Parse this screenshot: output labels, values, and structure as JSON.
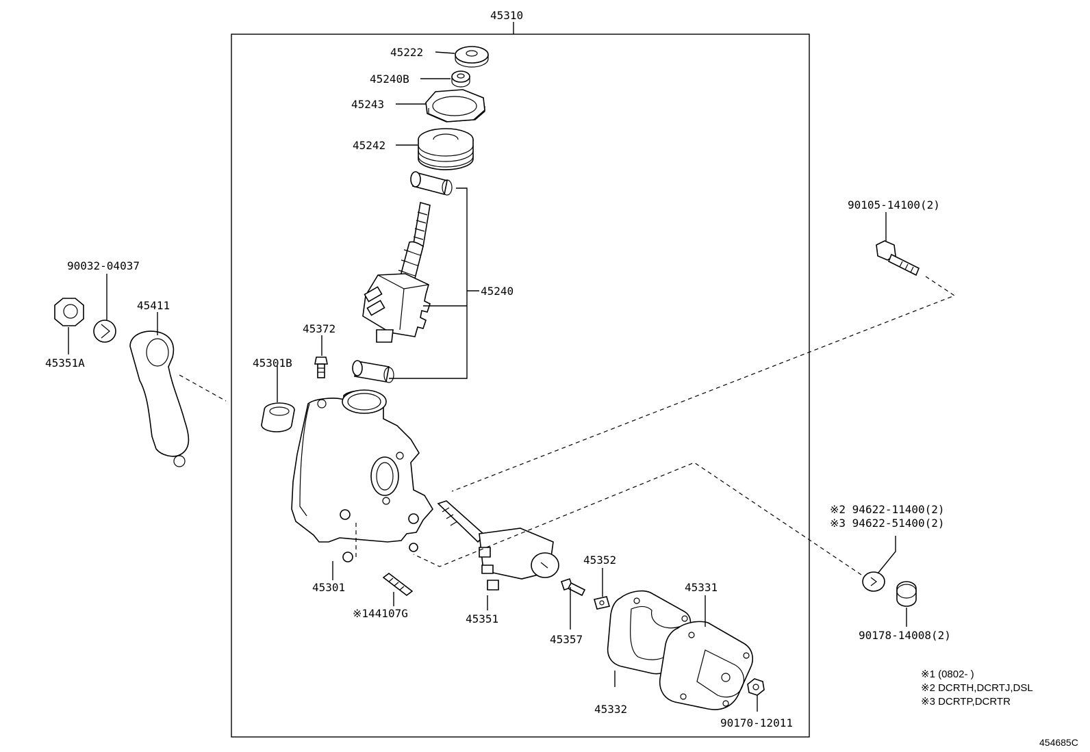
{
  "labels": {
    "assembly": "45310",
    "p45222": "45222",
    "p45240B": "45240B",
    "p45243": "45243",
    "p45242": "45242",
    "p45240": "45240",
    "p45372": "45372",
    "p45301B": "45301B",
    "p45301": "45301",
    "p144107G": "※144107G",
    "p45351": "45351",
    "p45352": "45352",
    "p45357": "45357",
    "p45331": "45331",
    "p45332": "45332",
    "p90170": "90170-12011",
    "p90032": "90032-04037",
    "p45411": "45411",
    "p45351A": "45351A",
    "p90105": "90105-14100(2)",
    "p94622a": "※2 94622-11400(2)",
    "p94622b": "※3 94622-51400(2)",
    "p90178": "90178-14008(2)"
  },
  "notes": [
    "※1 (0802-       )",
    "※2 DCRTH,DCRTJ,DSL",
    "※3 DCRTP,DCRTR"
  ],
  "diagram_code": "454685C"
}
